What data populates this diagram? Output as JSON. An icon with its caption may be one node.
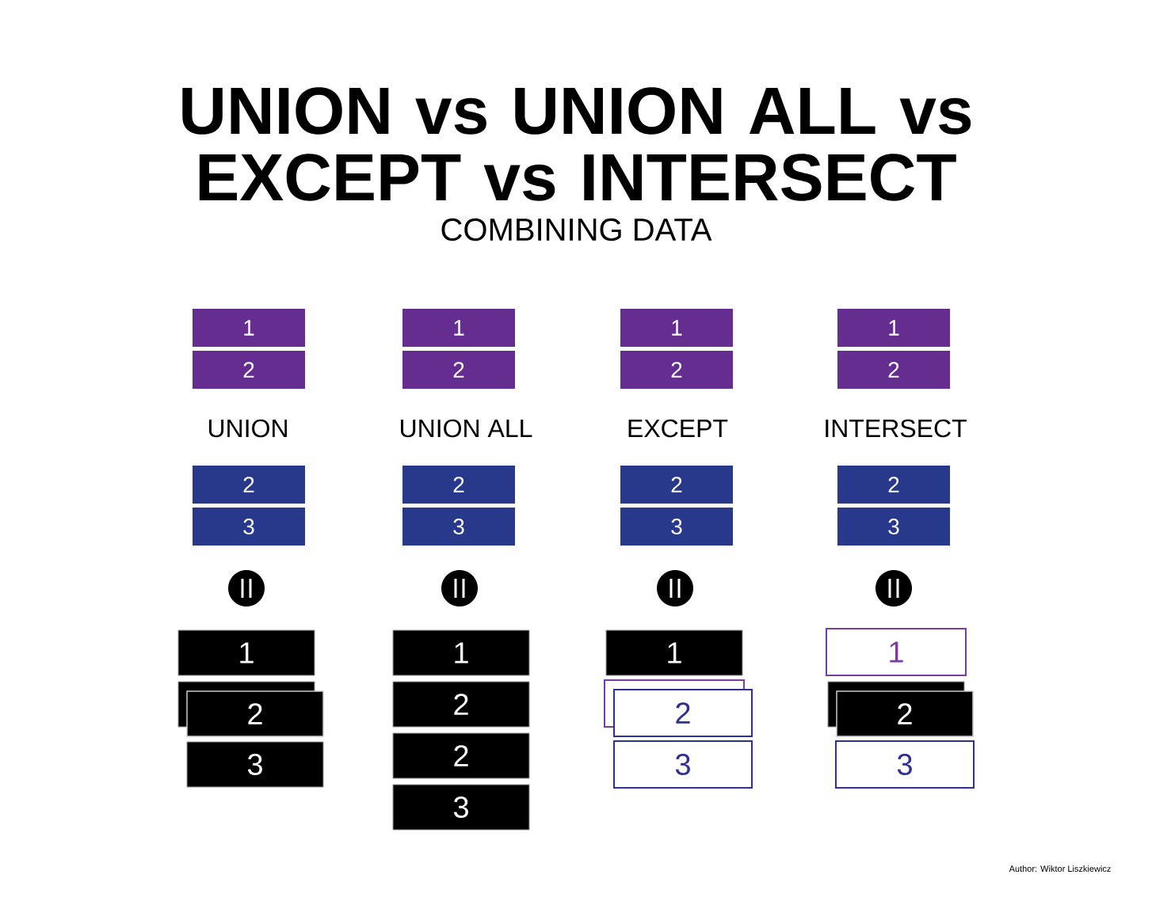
{
  "diagram": {
    "title": "UNION vs UNION ALL vs EXCEPT vs INTERSECT",
    "nodes": [
      {
        "text": [
          "1"
        ]
      },
      {
        "text": [
          "2"
        ]
      },
      {
        "text": [
          "2"
        ]
      },
      {
        "text": [
          "3"
        ]
      },
      {
        "text": [],
        "shape": "circle"
      },
      {
        "text": [
          "1"
        ]
      },
      {
        "text": [],
        "shape": "box"
      },
      {
        "text": [
          "2"
        ]
      },
      {
        "text": [
          "3"
        ]
      },
      {
        "text": [
          "1"
        ]
      },
      {
        "text": [
          "2"
        ]
      },
      {
        "text": [
          "2"
        ]
      },
      {
        "text": [
          "3"
        ]
      },
      {
        "text": [],
        "shape": "circle"
      },
      {
        "text": [
          "1"
        ]
      },
      {
        "text": [
          "2"
        ]
      },
      {
        "text": [
          "2"
        ]
      },
      {
        "text": [
          "3"
        ]
      },
      {
        "text": [
          "1"
        ]
      },
      {
        "text": [
          "2"
        ]
      },
      {
        "text": [
          "2"
        ]
      },
      {
        "text": [
          "3"
        ]
      },
      {
        "text": [],
        "shape": "circle"
      },
      {
        "text": [
          "1"
        ]
      },
      {
        "text": [],
        "shape": "box"
      },
      {
        "text": [
          "2"
        ]
      },
      {
        "text": [
          "3"
        ]
      },
      {
        "text": [
          "1"
        ]
      },
      {
        "text": [
          "2"
        ]
      },
      {
        "text": [
          "2"
        ]
      },
      {
        "text": [
          "3"
        ]
      },
      {
        "text": [],
        "shape": "circle"
      },
      {
        "text": [
          "1"
        ]
      },
      {
        "text": [],
        "shape": "box"
      },
      {
        "text": [
          "2"
        ]
      },
      {
        "text": [
          "3"
        ]
      }
    ],
    "labels": [
      "COMBINING DATA",
      "UNION",
      "UNION ALL",
      "EXCEPT",
      "INTERSECT",
      "Author: Wiktor Liszkiewicz"
    ]
  }
}
